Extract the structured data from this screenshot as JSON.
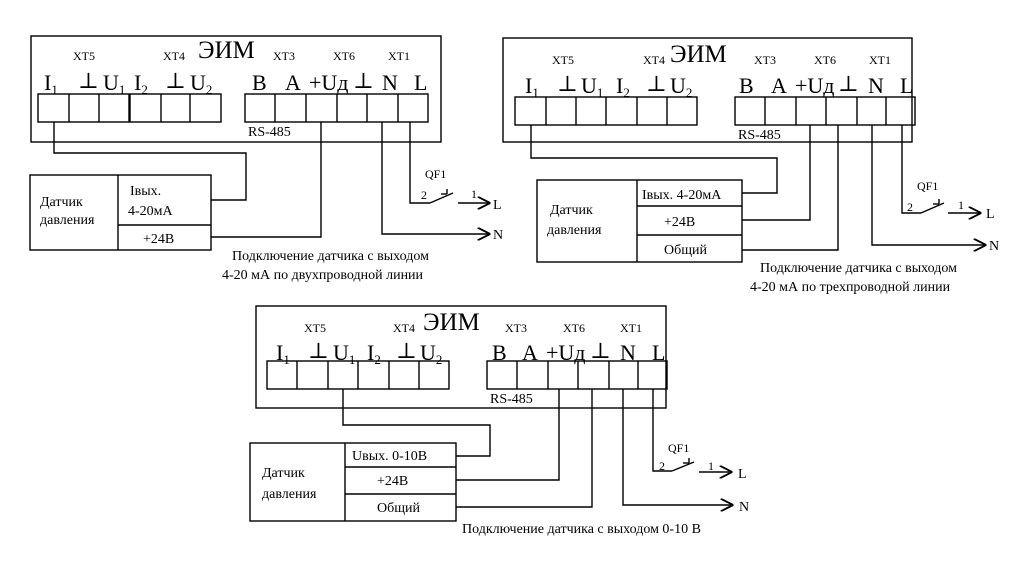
{
  "device": {
    "title": "ЭИМ",
    "groups": {
      "xt5": "XT5",
      "xt4": "XT4",
      "xt3": "XT3",
      "xt6": "XT6",
      "xt1": "XT1"
    },
    "terminals": {
      "i1": "I",
      "i1_sub": "1",
      "gnd1": "⊥",
      "u1": "U",
      "u1_sub": "1",
      "i2": "I",
      "i2_sub": "2",
      "gnd2": "⊥",
      "u2": "U",
      "u2_sub": "2",
      "b": "B",
      "a": "A",
      "ud": "+Uд",
      "gnd3": "⊥",
      "n": "N",
      "l": "L"
    },
    "bus": "RS-485"
  },
  "sensor": {
    "name_line1": "Датчик",
    "name_line2": "давления"
  },
  "breaker": {
    "name": "QF1",
    "pin2": "2",
    "pin1": "1"
  },
  "lines": {
    "l": "L",
    "n": "N"
  },
  "diagrams": [
    {
      "caption_line1": "Подключение датчика с выходом",
      "caption_line2": "4-20 мА по двухпроводной линии",
      "rows": [
        "Iвых.",
        "4-20мА",
        "+24В"
      ]
    },
    {
      "caption_line1": "Подключение датчика с выходом",
      "caption_line2": "4-20 мА по трехпроводной линии",
      "rows": [
        "Iвых. 4-20мА",
        "+24В",
        "Общий"
      ]
    },
    {
      "caption_line1": "Подключение датчика с выходом 0-10 В",
      "rows": [
        "Uвых. 0-10В",
        "+24В",
        "Общий"
      ]
    }
  ]
}
